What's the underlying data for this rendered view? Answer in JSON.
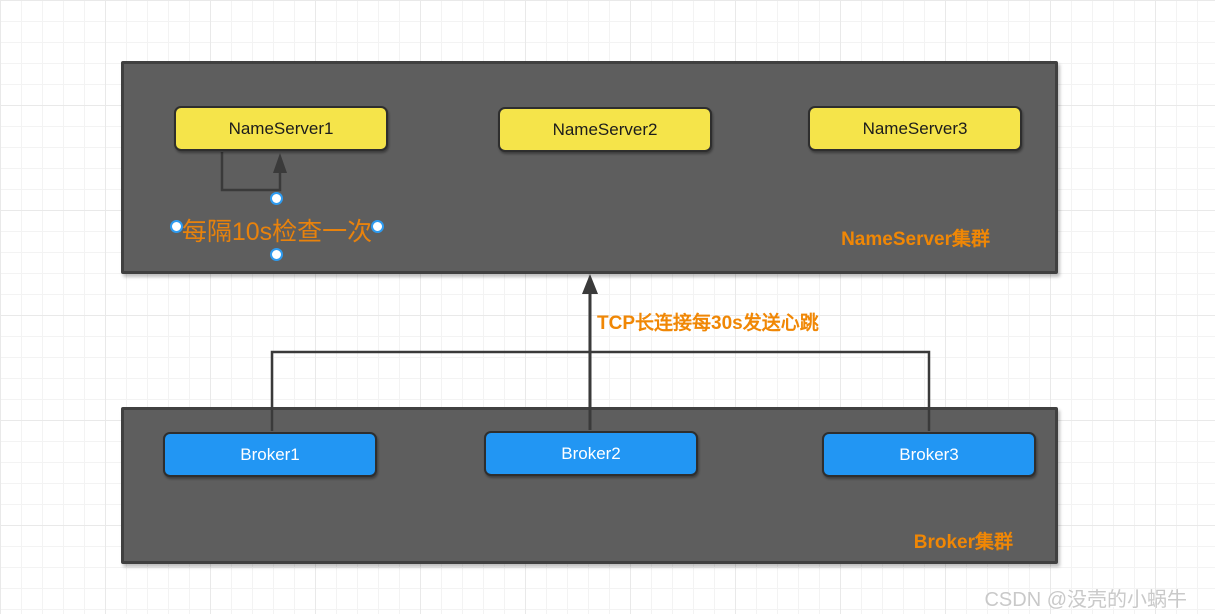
{
  "diagram": {
    "nameserver_cluster": {
      "title": "NameServer集群",
      "nodes": [
        {
          "label": "NameServer1"
        },
        {
          "label": "NameServer2"
        },
        {
          "label": "NameServer3"
        }
      ]
    },
    "broker_cluster": {
      "title": "Broker集群",
      "nodes": [
        {
          "label": "Broker1"
        },
        {
          "label": "Broker2"
        },
        {
          "label": "Broker3"
        }
      ]
    },
    "annotations": {
      "check_interval": "每隔10s检查一次",
      "tcp_heartbeat": "TCP长连接每30s发送心跳"
    },
    "colors": {
      "container_fill": "#5E5E5E",
      "container_border": "#404040",
      "nameserver_node_fill": "#F5E44A",
      "broker_node_fill": "#2296F3",
      "annotation_orange": "#F08705",
      "connector_line": "#3A3A3A",
      "connection_point_blue": "#2E9BF0"
    }
  },
  "watermark": {
    "text": "CSDN @没壳的小蜗牛"
  }
}
